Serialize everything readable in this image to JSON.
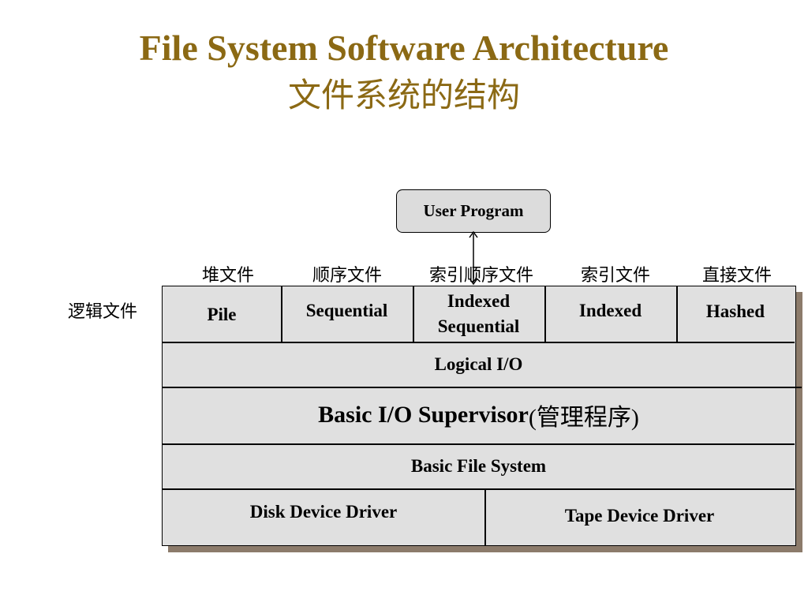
{
  "slide": {
    "title": "File System Software Architecture",
    "subtitle": "文件系统的结构"
  },
  "diagram": {
    "user_program": "User Program",
    "logical_files_label": "逻辑文件",
    "file_types_cn": [
      "堆文件",
      "顺序文件",
      "索引顺序文件",
      "索引文件",
      "直接文件"
    ],
    "file_organizations": [
      {
        "line1": "Pile",
        "line2": ""
      },
      {
        "line1": "Sequential",
        "line2": ""
      },
      {
        "line1": "Indexed",
        "line2": "Sequential"
      },
      {
        "line1": "Indexed",
        "line2": ""
      },
      {
        "line1": "Hashed",
        "line2": ""
      }
    ],
    "logical_io": "Logical I/O",
    "basic_io_supervisor": "Basic I/O Supervisor",
    "basic_io_supervisor_cn": "(管理程序)",
    "basic_file_system": "Basic File System",
    "disk_device_driver": "Disk Device Driver",
    "tape_device_driver": "Tape Device Driver"
  }
}
